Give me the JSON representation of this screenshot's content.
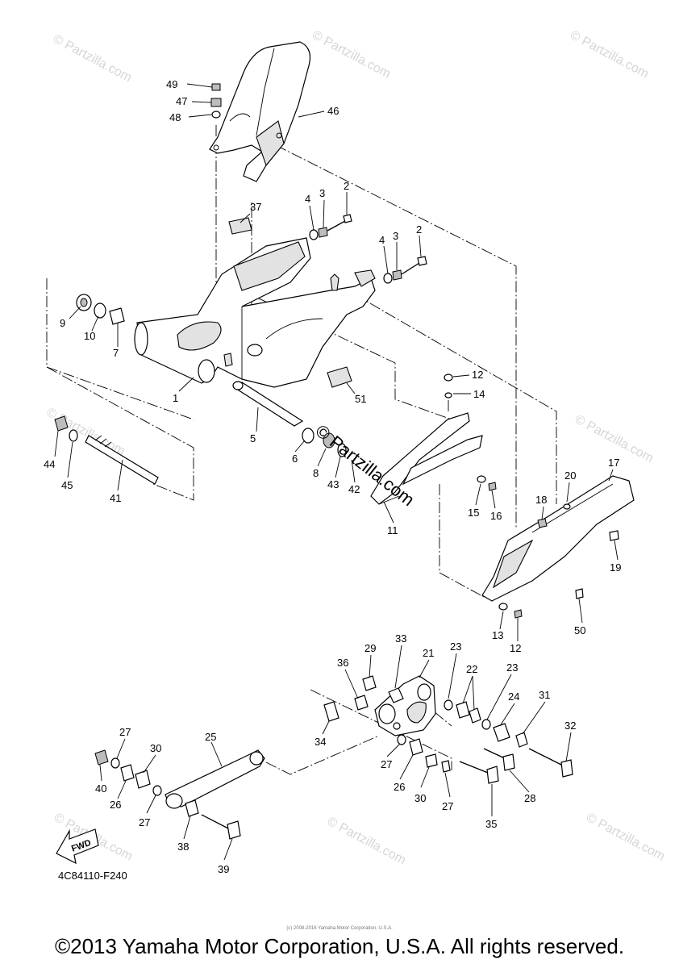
{
  "diagram_code": "4C84110-F240",
  "copyright": "©2013 Yamaha Motor Corporation, U.S.A. All rights reserved.",
  "small_copyright": "(c) 2008-2016 Yamaha Motor Corporation, U.S.A.",
  "watermark": "© Partzilla.com",
  "center_watermark": "© Partzilla.com",
  "fwd_label": "FWD",
  "parts": [
    {
      "id": "p49",
      "num": "49"
    },
    {
      "id": "p47",
      "num": "47"
    },
    {
      "id": "p48",
      "num": "48"
    },
    {
      "id": "p46",
      "num": "46"
    },
    {
      "id": "p37",
      "num": "37"
    },
    {
      "id": "p4a",
      "num": "4"
    },
    {
      "id": "p3a",
      "num": "3"
    },
    {
      "id": "p2a",
      "num": "2"
    },
    {
      "id": "p4b",
      "num": "4"
    },
    {
      "id": "p3b",
      "num": "3"
    },
    {
      "id": "p2b",
      "num": "2"
    },
    {
      "id": "p9",
      "num": "9"
    },
    {
      "id": "p10",
      "num": "10"
    },
    {
      "id": "p7",
      "num": "7"
    },
    {
      "id": "p1",
      "num": "1"
    },
    {
      "id": "p12a",
      "num": "12"
    },
    {
      "id": "p14",
      "num": "14"
    },
    {
      "id": "p51",
      "num": "51"
    },
    {
      "id": "p5",
      "num": "5"
    },
    {
      "id": "p6",
      "num": "6"
    },
    {
      "id": "p8",
      "num": "8"
    },
    {
      "id": "p43",
      "num": "43"
    },
    {
      "id": "p42",
      "num": "42"
    },
    {
      "id": "p44",
      "num": "44"
    },
    {
      "id": "p45",
      "num": "45"
    },
    {
      "id": "p41",
      "num": "41"
    },
    {
      "id": "p11",
      "num": "11"
    },
    {
      "id": "p15",
      "num": "15"
    },
    {
      "id": "p16",
      "num": "16"
    },
    {
      "id": "p20",
      "num": "20"
    },
    {
      "id": "p17",
      "num": "17"
    },
    {
      "id": "p18",
      "num": "18"
    },
    {
      "id": "p19",
      "num": "19"
    },
    {
      "id": "p50",
      "num": "50"
    },
    {
      "id": "p13",
      "num": "13"
    },
    {
      "id": "p12b",
      "num": "12"
    },
    {
      "id": "p33",
      "num": "33"
    },
    {
      "id": "p29",
      "num": "29"
    },
    {
      "id": "p21",
      "num": "21"
    },
    {
      "id": "p23a",
      "num": "23"
    },
    {
      "id": "p36",
      "num": "36"
    },
    {
      "id": "p22",
      "num": "22"
    },
    {
      "id": "p23b",
      "num": "23"
    },
    {
      "id": "p24",
      "num": "24"
    },
    {
      "id": "p31",
      "num": "31"
    },
    {
      "id": "p32",
      "num": "32"
    },
    {
      "id": "p34",
      "num": "34"
    },
    {
      "id": "p27a",
      "num": "27"
    },
    {
      "id": "p25",
      "num": "25"
    },
    {
      "id": "p30a",
      "num": "30"
    },
    {
      "id": "p27b",
      "num": "27"
    },
    {
      "id": "p26a",
      "num": "26"
    },
    {
      "id": "p30b",
      "num": "30"
    },
    {
      "id": "p27c",
      "num": "27"
    },
    {
      "id": "p28",
      "num": "28"
    },
    {
      "id": "p40",
      "num": "40"
    },
    {
      "id": "p26b",
      "num": "26"
    },
    {
      "id": "p27d",
      "num": "27"
    },
    {
      "id": "p35",
      "num": "35"
    },
    {
      "id": "p38",
      "num": "38"
    },
    {
      "id": "p39",
      "num": "39"
    }
  ]
}
